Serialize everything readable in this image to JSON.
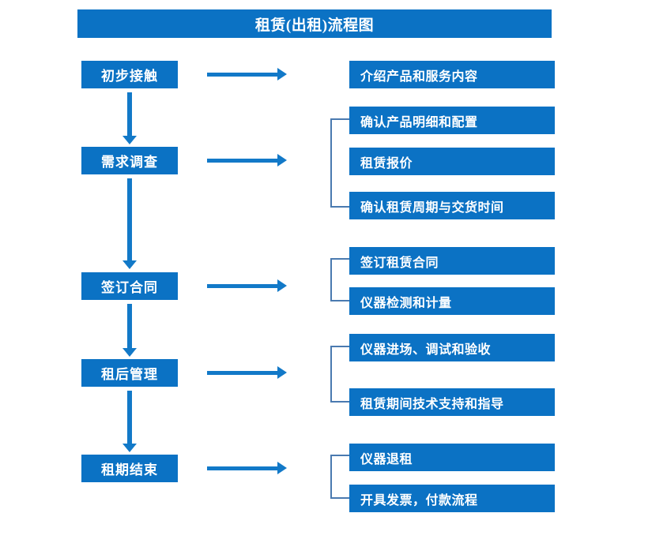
{
  "title": "租赁(出租)流程图",
  "colors": {
    "box_blue": "#0B72C4",
    "arrow_blue": "#1279C8",
    "bracket_blue": "#4A7AB0",
    "text_white": "#FFFFFF",
    "background": "#FFFFFF"
  },
  "stages": [
    {
      "label": "初步接触"
    },
    {
      "label": "需求调查"
    },
    {
      "label": "签订合同"
    },
    {
      "label": "租后管理"
    },
    {
      "label": "租期结束"
    }
  ],
  "details": [
    {
      "label": "介绍产品和服务内容"
    },
    {
      "label": "确认产品明细和配置"
    },
    {
      "label": "租赁报价"
    },
    {
      "label": "确认租赁周期与交货时间"
    },
    {
      "label": "签订租赁合同"
    },
    {
      "label": "仪器检测和计量"
    },
    {
      "label": "仪器进场、调试和验收"
    },
    {
      "label": "租赁期间技术支持和指导"
    },
    {
      "label": "仪器退租"
    },
    {
      "label": "开具发票，付款流程"
    }
  ]
}
